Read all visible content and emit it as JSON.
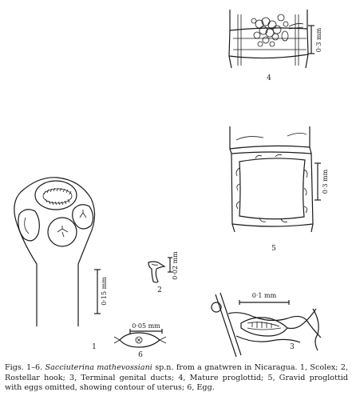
{
  "figures": {
    "fig1": {
      "number": "1",
      "scale": "0·15 mm"
    },
    "fig2": {
      "number": "2",
      "scale": "0·02 mm"
    },
    "fig3": {
      "number": "3",
      "scale": "0·1 mm"
    },
    "fig4": {
      "number": "4",
      "scale": "0·3 mm"
    },
    "fig5": {
      "number": "5",
      "scale": "0·3 mm"
    },
    "fig6": {
      "number": "6",
      "scale": "0·05 mm"
    }
  },
  "caption": {
    "lead": "Figs. 1–6.",
    "species": "Sacciuterina mathevossiani",
    "rest": "sp.n. from a gnatwren in Nicaragua. 1, Scolex; 2, Rostellar hook; 3, Terminal genital ducts; 4, Mature proglottid; 5, Gravid proglottid with eggs omitted, showing contour of uterus; 6, Egg."
  }
}
